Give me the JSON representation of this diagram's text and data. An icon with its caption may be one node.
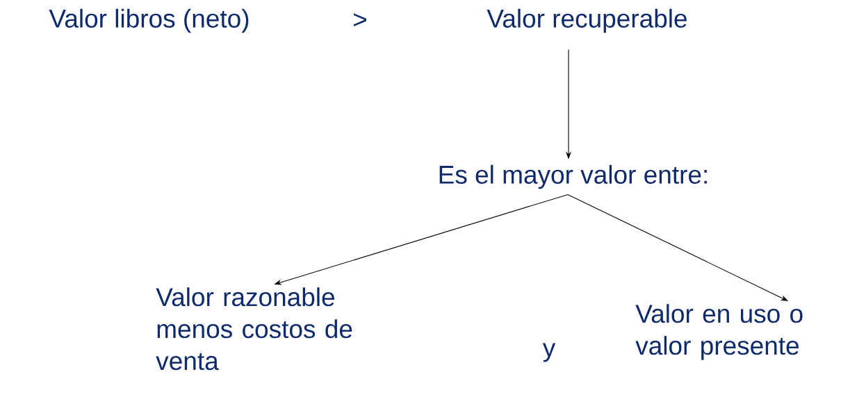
{
  "diagram": {
    "nodes": [
      {
        "text": [
          "Valor libros (neto)"
        ]
      },
      {
        "text": [
          "Valor recuperable"
        ]
      },
      {
        "text": [
          "Es el mayor valor entre:"
        ]
      },
      {
        "text": [
          "Valor razonable menos costos de venta"
        ]
      },
      {
        "text": [
          "Valor en uso o valor presente"
        ]
      }
    ],
    "edges": [
      {
        "from": 1,
        "to": 2,
        "arrow": "to"
      },
      {
        "from": 2,
        "to": 3,
        "arrow": "to"
      },
      {
        "from": 2,
        "to": 4,
        "arrow": "to"
      }
    ],
    "labels": [
      ">",
      "y"
    ]
  }
}
